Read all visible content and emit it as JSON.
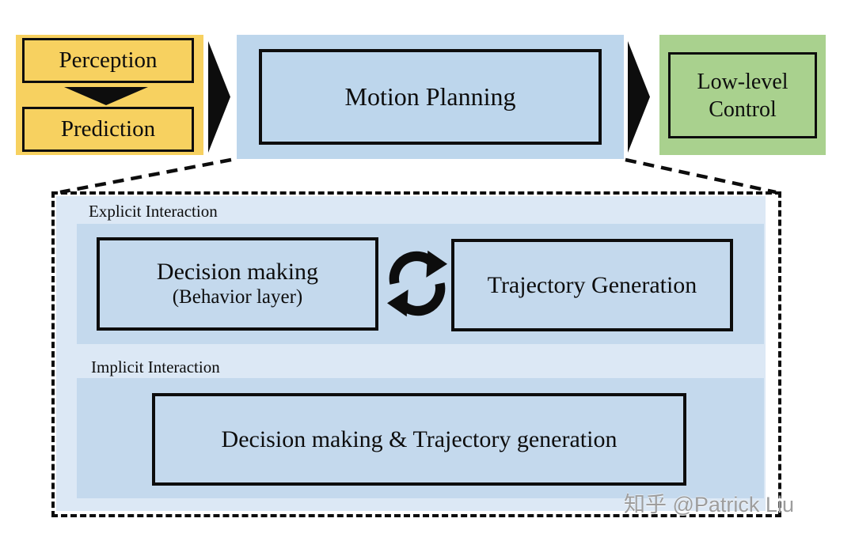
{
  "colors": {
    "canvas-bg": "#ffffff",
    "yellow": "#f7d160",
    "blue-box": "#bdd6ec",
    "blue-light": "#dce8f5",
    "blue-mid": "#c4d9ed",
    "green": "#a9d18e",
    "ink": "#0d0d0d",
    "watermark-gray": "#9d9d9d"
  },
  "pipeline": {
    "perception_label": "Perception",
    "prediction_label": "Prediction",
    "motion_planning_label": "Motion Planning",
    "low_level_control_label": "Low-level Control"
  },
  "detail": {
    "explicit_section_label": "Explicit Interaction",
    "decision_making_label": "Decision making",
    "decision_making_sublabel": "(Behavior layer)",
    "trajectory_generation_label": "Trajectory Generation",
    "implicit_section_label": "Implicit Interaction",
    "combined_label": "Decision making & Trajectory generation"
  },
  "icons": {
    "down_arrow": "down-arrow-icon",
    "right_arrow": "right-arrow-icon",
    "cycle": "cycle-arrows-icon"
  },
  "watermark": {
    "text": "知乎 @Patrick Liu"
  }
}
